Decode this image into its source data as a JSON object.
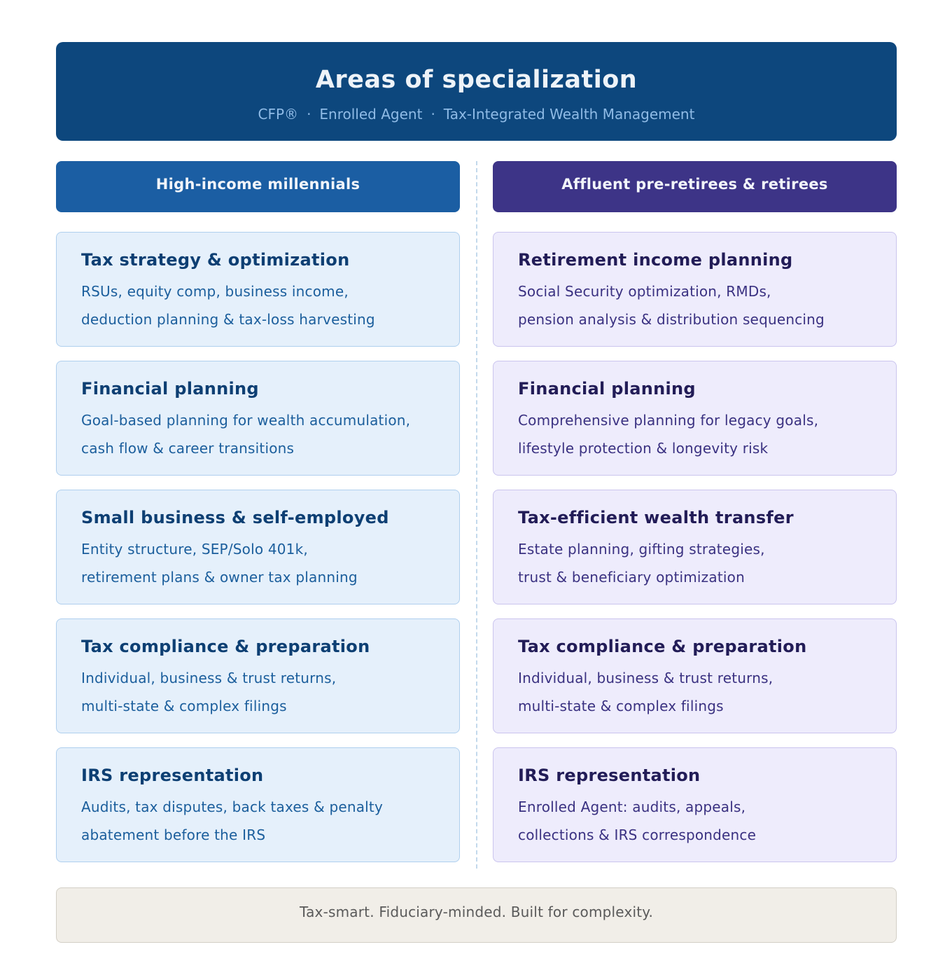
{
  "header": {
    "title": "Areas of specialization",
    "credentials": [
      "CFP®",
      "Enrolled Agent",
      "Tax-Integrated Wealth Management"
    ],
    "separator": "·"
  },
  "columns": [
    {
      "heading": "High-income millennials",
      "accent": "#1b5ea3",
      "cards": [
        {
          "title": "Tax strategy & optimization",
          "lines": [
            "RSUs, equity comp, business income,",
            "deduction planning & tax-loss harvesting"
          ]
        },
        {
          "title": "Financial planning",
          "lines": [
            "Goal-based planning for wealth accumulation,",
            "cash flow & career transitions"
          ]
        },
        {
          "title": "Small business & self-employed",
          "lines": [
            "Entity structure, SEP/Solo 401k,",
            "retirement plans & owner tax planning"
          ]
        },
        {
          "title": "Tax compliance & preparation",
          "lines": [
            "Individual, business & trust returns,",
            "multi-state & complex filings"
          ]
        },
        {
          "title": "IRS representation",
          "lines": [
            "Audits, tax disputes, back taxes & penalty",
            "abatement before the IRS"
          ]
        }
      ]
    },
    {
      "heading": "Affluent pre-retirees & retirees",
      "accent": "#3d3487",
      "cards": [
        {
          "title": "Retirement income planning",
          "lines": [
            "Social Security optimization, RMDs,",
            "pension analysis & distribution sequencing"
          ]
        },
        {
          "title": "Financial planning",
          "lines": [
            "Comprehensive planning for legacy goals,",
            "lifestyle protection & longevity risk"
          ]
        },
        {
          "title": "Tax-efficient wealth transfer",
          "lines": [
            "Estate planning, gifting strategies,",
            "trust & beneficiary optimization"
          ]
        },
        {
          "title": "Tax compliance & preparation",
          "lines": [
            "Individual, business & trust returns,",
            "multi-state & complex filings"
          ]
        },
        {
          "title": "IRS representation",
          "lines": [
            "Enrolled Agent: audits, appeals,",
            "collections & IRS correspondence"
          ]
        }
      ]
    }
  ],
  "footer": {
    "tagline": "Tax-smart. Fiduciary-minded. Built for complexity."
  }
}
